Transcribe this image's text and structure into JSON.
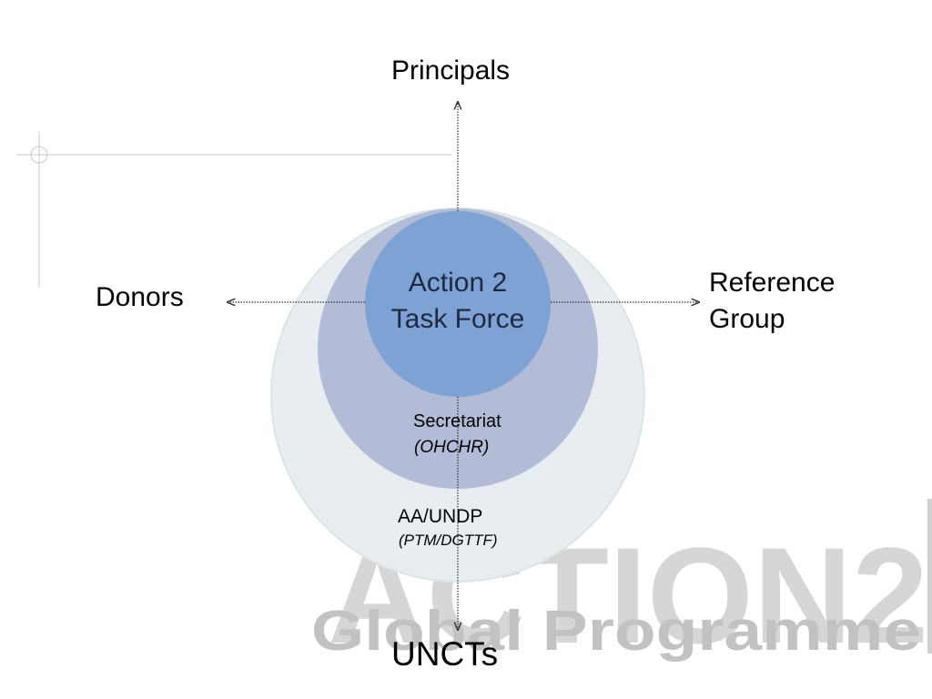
{
  "diagram": {
    "nodes": {
      "principals": "Principals",
      "donors": "Donors",
      "reference_group": [
        "Reference",
        "Group"
      ],
      "task_force": [
        "Action 2",
        "Task Force"
      ],
      "secretariat": "Secretariat",
      "secretariat_org": "(OHCHR)",
      "aa": "AA/UNDP",
      "aa_org": "(PTM/DGTTF)",
      "uncts": "UNCTs"
    },
    "watermark": {
      "main": "ACTION2",
      "sub": "Global Programme"
    },
    "colors": {
      "outer_circle": "#e6ecef",
      "middle_circle": "#b2bbd6",
      "inner_circle": "#7b9fd0",
      "watermark": "#d4d4d4",
      "arrow": "#333333",
      "crop_mark": "#c8c8c8"
    }
  }
}
